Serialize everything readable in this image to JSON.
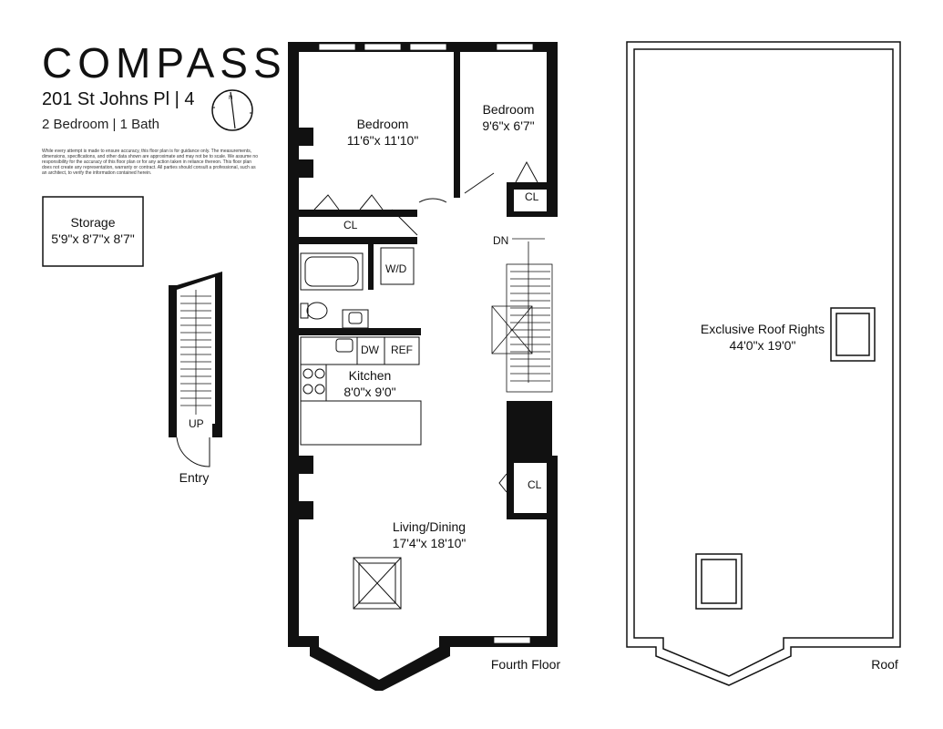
{
  "brand": {
    "name": "COMPASS"
  },
  "listing": {
    "address": "201 St Johns Pl | 4",
    "summary": "2 Bedroom | 1 Bath",
    "disclaimer": "While every attempt is made to ensure accuracy, this floor plan is for guidance only. The measurements, dimensions, specifications, and other data shown are approximate and may not be to scale. We assume no responsibility for the accuracy of this floor plan or for any action taken in reliance thereon. This floor plan does not create any representation, warranty or contract. All parties should consult a professional, such as an architect, to verify the information contained herein."
  },
  "compass_rose": {
    "north_label": "N"
  },
  "storage": {
    "name": "Storage",
    "dims": "5'9\"x 8'7\"x 8'7\""
  },
  "entry": {
    "stair_label": "UP",
    "caption": "Entry"
  },
  "fourth_floor": {
    "caption": "Fourth Floor",
    "rooms": {
      "bedroom1": {
        "name": "Bedroom",
        "dims": "11'6\"x 11'10\""
      },
      "bedroom2": {
        "name": "Bedroom",
        "dims": "9'6\"x 6'7\""
      },
      "closet_a": "CL",
      "closet_b": "CL",
      "closet_c": "CL",
      "washer_dryer": "W/D",
      "dishwasher": "DW",
      "refrigerator": "REF",
      "kitchen": {
        "name": "Kitchen",
        "dims": "8'0\"x 9'0\""
      },
      "living": {
        "name": "Living/Dining",
        "dims": "17'4\"x 18'10\""
      },
      "stair_down": "DN"
    }
  },
  "roof": {
    "caption": "Roof",
    "area": {
      "name": "Exclusive Roof Rights",
      "dims": "44'0\"x 19'0\""
    }
  }
}
